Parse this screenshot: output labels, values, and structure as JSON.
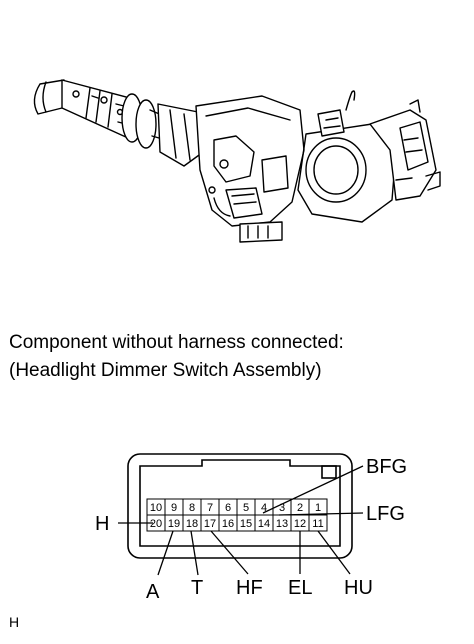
{
  "caption": {
    "line1": "Component without harness connected:",
    "line2": "(Headlight Dimmer Switch Assembly)"
  },
  "connector": {
    "top_row": [
      "10",
      "9",
      "8",
      "7",
      "6",
      "5",
      "4",
      "3",
      "2",
      "1"
    ],
    "bottom_row": [
      "20",
      "19",
      "18",
      "17",
      "16",
      "15",
      "14",
      "13",
      "12",
      "11"
    ],
    "terminals": {
      "BFG": "BFG",
      "LFG": "LFG",
      "H": "H",
      "A": "A",
      "T": "T",
      "HF": "HF",
      "EL": "EL",
      "HU": "HU"
    }
  },
  "footer": {
    "code": "H"
  }
}
